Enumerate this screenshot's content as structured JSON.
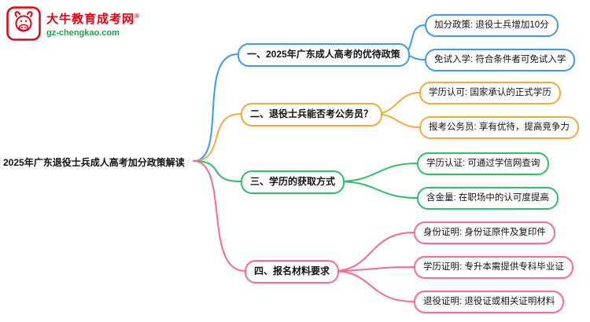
{
  "logo": {
    "brand": "大牛教育成考网",
    "registered": "®",
    "domain": "gz-chengkao.com",
    "brand_color": "#e60012",
    "domain_color": "#21a04b"
  },
  "main_topic": "2025年广东退役士兵成人高考加分政策解读",
  "branches": [
    {
      "label": "一、2025年广东成人高考的优待政策",
      "color": "#3d9af2",
      "children": [
        "加分政策: 退役士兵增加10分",
        "免试入学: 符合条件者可免试入学"
      ]
    },
    {
      "label": "二、退役士兵能否考公务员？",
      "color": "#f5a93b",
      "children": [
        "学历认可: 国家承认的正式学历",
        "报考公务员: 享有优待，提高竞争力"
      ]
    },
    {
      "label": "三、学历的获取方式",
      "color": "#2fbf6c",
      "children": [
        "学历认证: 可通过学信网查询",
        "含金量: 在职场中的认可度提高"
      ]
    },
    {
      "label": "四、报名材料要求",
      "color": "#fa6a8e",
      "children": [
        "身份证明: 身份证原件及复印件",
        "学历证明: 专升本需提供专科毕业证",
        "退役证明: 退役证或相关证明材料"
      ]
    }
  ]
}
